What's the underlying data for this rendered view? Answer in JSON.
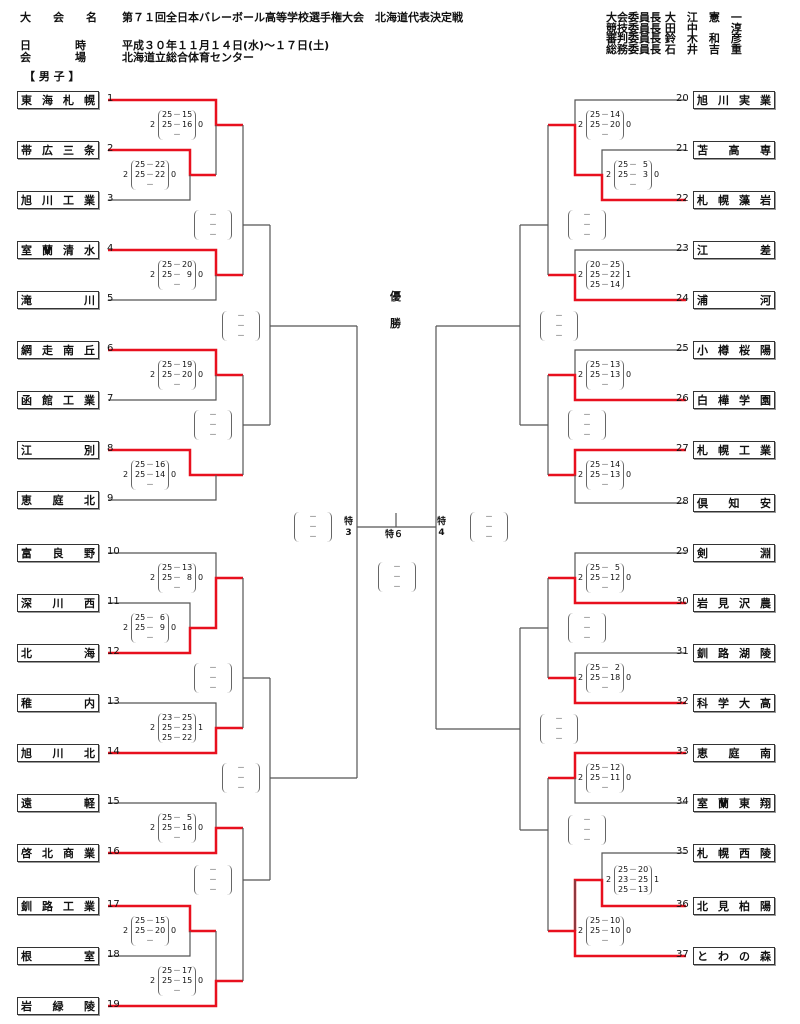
{
  "header": {
    "tournament_label": "大　　会　　名",
    "tournament_name": "第７１回全日本バレーボール高等学校選手権大会　北海道代表決定戦",
    "date_label": "日　　　　時",
    "date_value": "平成３０年１１月１４日(水)～１７日(土)",
    "venue_label": "会　　　　場",
    "venue_value": "北海道立総合体育センター",
    "division": "【 男 子 】"
  },
  "officials": [
    {
      "role": "大会委員長",
      "name": "大　江　憲　一"
    },
    {
      "role": "競技委員長",
      "name": "田　中　　　淳"
    },
    {
      "role": "審判委員長",
      "name": "鈴　木　和　彦"
    },
    {
      "role": "総務委員長",
      "name": "石　井　吉　重"
    }
  ],
  "center": {
    "title_top": "優",
    "title_bottom": "勝",
    "special_left": "特\n3",
    "special_center": "特６",
    "special_right": "特\n4"
  },
  "teams_left": [
    {
      "seed": "1",
      "name": [
        "東",
        "海",
        "札",
        "幌"
      ]
    },
    {
      "seed": "2",
      "name": [
        "帯",
        "広",
        "三",
        "条"
      ]
    },
    {
      "seed": "3",
      "name": [
        "旭",
        "川",
        "工",
        "業"
      ]
    },
    {
      "seed": "4",
      "name": [
        "室",
        "蘭",
        "清",
        "水"
      ]
    },
    {
      "seed": "5",
      "name": [
        "滝",
        "川"
      ]
    },
    {
      "seed": "6",
      "name": [
        "網",
        "走",
        "南",
        "丘"
      ]
    },
    {
      "seed": "7",
      "name": [
        "函",
        "館",
        "工",
        "業"
      ]
    },
    {
      "seed": "8",
      "name": [
        "江",
        "別"
      ]
    },
    {
      "seed": "9",
      "name": [
        "恵",
        "庭",
        "北"
      ]
    },
    {
      "seed": "10",
      "name": [
        "富",
        "良",
        "野"
      ]
    },
    {
      "seed": "11",
      "name": [
        "深",
        "川",
        "西"
      ]
    },
    {
      "seed": "12",
      "name": [
        "北",
        "海"
      ]
    },
    {
      "seed": "13",
      "name": [
        "稚",
        "内"
      ]
    },
    {
      "seed": "14",
      "name": [
        "旭",
        "川",
        "北"
      ]
    },
    {
      "seed": "15",
      "name": [
        "遠",
        "軽"
      ]
    },
    {
      "seed": "16",
      "name": [
        "啓",
        "北",
        "商",
        "業"
      ]
    },
    {
      "seed": "17",
      "name": [
        "釧",
        "路",
        "工",
        "業"
      ]
    },
    {
      "seed": "18",
      "name": [
        "根",
        "室"
      ]
    },
    {
      "seed": "19",
      "name": [
        "岩",
        "緑",
        "陵"
      ]
    }
  ],
  "teams_right": [
    {
      "seed": "20",
      "name": [
        "旭",
        "川",
        "実",
        "業"
      ]
    },
    {
      "seed": "21",
      "name": [
        "苫",
        "高",
        "専"
      ]
    },
    {
      "seed": "22",
      "name": [
        "札",
        "幌",
        "藻",
        "岩"
      ]
    },
    {
      "seed": "23",
      "name": [
        "江",
        "差"
      ]
    },
    {
      "seed": "24",
      "name": [
        "浦",
        "河"
      ]
    },
    {
      "seed": "25",
      "name": [
        "小",
        "樽",
        "桜",
        "陽"
      ]
    },
    {
      "seed": "26",
      "name": [
        "白",
        "樺",
        "学",
        "園"
      ]
    },
    {
      "seed": "27",
      "name": [
        "札",
        "幌",
        "工",
        "業"
      ]
    },
    {
      "seed": "28",
      "name": [
        "倶",
        "知",
        "安"
      ]
    },
    {
      "seed": "29",
      "name": [
        "剣",
        "淵"
      ]
    },
    {
      "seed": "30",
      "name": [
        "岩",
        "見",
        "沢",
        "農"
      ]
    },
    {
      "seed": "31",
      "name": [
        "釧",
        "路",
        "湖",
        "陵"
      ]
    },
    {
      "seed": "32",
      "name": [
        "科",
        "学",
        "大",
        "高"
      ]
    },
    {
      "seed": "33",
      "name": [
        "恵",
        "庭",
        "南"
      ]
    },
    {
      "seed": "34",
      "name": [
        "室",
        "蘭",
        "東",
        "翔"
      ]
    },
    {
      "seed": "35",
      "name": [
        "札",
        "幌",
        "西",
        "陵"
      ]
    },
    {
      "seed": "36",
      "name": [
        "北",
        "見",
        "柏",
        "陽"
      ]
    },
    {
      "seed": "37",
      "name": [
        "と",
        "わ",
        "の",
        "森"
      ]
    }
  ],
  "matches": [
    {
      "id": "m2v3",
      "won": "2",
      "lost": "0",
      "sets": [
        [
          "25",
          "22"
        ],
        [
          "25",
          "22"
        ],
        [
          "",
          ""
        ]
      ]
    },
    {
      "id": "m1vw",
      "won": "2",
      "lost": "0",
      "sets": [
        [
          "25",
          "15"
        ],
        [
          "25",
          "16"
        ],
        [
          "",
          ""
        ]
      ]
    },
    {
      "id": "m4v5",
      "won": "2",
      "lost": "0",
      "sets": [
        [
          "25",
          "20"
        ],
        [
          "25",
          "9"
        ],
        [
          "",
          ""
        ]
      ]
    },
    {
      "id": "m6v7",
      "won": "2",
      "lost": "0",
      "sets": [
        [
          "25",
          "19"
        ],
        [
          "25",
          "20"
        ],
        [
          "",
          ""
        ]
      ]
    },
    {
      "id": "m8v9",
      "won": "2",
      "lost": "0",
      "sets": [
        [
          "25",
          "16"
        ],
        [
          "25",
          "14"
        ],
        [
          "",
          ""
        ]
      ]
    },
    {
      "id": "m11v12",
      "won": "2",
      "lost": "0",
      "sets": [
        [
          "25",
          "6"
        ],
        [
          "25",
          "9"
        ],
        [
          "",
          ""
        ]
      ]
    },
    {
      "id": "m10vw",
      "won": "2",
      "lost": "0",
      "sets": [
        [
          "25",
          "13"
        ],
        [
          "25",
          "8"
        ],
        [
          "",
          ""
        ]
      ]
    },
    {
      "id": "m13v14",
      "won": "2",
      "lost": "1",
      "sets": [
        [
          "23",
          "25"
        ],
        [
          "25",
          "23"
        ],
        [
          "25",
          "22"
        ]
      ]
    },
    {
      "id": "m15v16",
      "won": "2",
      "lost": "0",
      "sets": [
        [
          "25",
          "5"
        ],
        [
          "25",
          "16"
        ],
        [
          "",
          ""
        ]
      ]
    },
    {
      "id": "m17v18",
      "won": "2",
      "lost": "0",
      "sets": [
        [
          "25",
          "15"
        ],
        [
          "25",
          "20"
        ],
        [
          "",
          ""
        ]
      ]
    },
    {
      "id": "mwv19",
      "won": "2",
      "lost": "0",
      "sets": [
        [
          "25",
          "17"
        ],
        [
          "25",
          "15"
        ],
        [
          "",
          ""
        ]
      ]
    },
    {
      "id": "m20vw",
      "won": "2",
      "lost": "0",
      "sets": [
        [
          "25",
          "14"
        ],
        [
          "25",
          "20"
        ],
        [
          "",
          ""
        ]
      ]
    },
    {
      "id": "m21v22",
      "won": "2",
      "lost": "0",
      "sets": [
        [
          "25",
          "5"
        ],
        [
          "25",
          "3"
        ],
        [
          "",
          ""
        ]
      ]
    },
    {
      "id": "m23v24",
      "won": "2",
      "lost": "1",
      "sets": [
        [
          "20",
          "25"
        ],
        [
          "25",
          "22"
        ],
        [
          "25",
          "14"
        ]
      ]
    },
    {
      "id": "m25v26",
      "won": "2",
      "lost": "0",
      "sets": [
        [
          "25",
          "13"
        ],
        [
          "25",
          "13"
        ],
        [
          "",
          ""
        ]
      ]
    },
    {
      "id": "m27v28",
      "won": "2",
      "lost": "0",
      "sets": [
        [
          "25",
          "14"
        ],
        [
          "25",
          "13"
        ],
        [
          "",
          ""
        ]
      ]
    },
    {
      "id": "m29v30",
      "won": "2",
      "lost": "0",
      "sets": [
        [
          "25",
          "5"
        ],
        [
          "25",
          "12"
        ],
        [
          "",
          ""
        ]
      ]
    },
    {
      "id": "m31v32",
      "won": "2",
      "lost": "0",
      "sets": [
        [
          "25",
          "2"
        ],
        [
          "25",
          "18"
        ],
        [
          "",
          ""
        ]
      ]
    },
    {
      "id": "m33v34",
      "won": "2",
      "lost": "0",
      "sets": [
        [
          "25",
          "12"
        ],
        [
          "25",
          "11"
        ],
        [
          "",
          ""
        ]
      ]
    },
    {
      "id": "m35v36",
      "won": "2",
      "lost": "1",
      "sets": [
        [
          "25",
          "20"
        ],
        [
          "23",
          "25"
        ],
        [
          "25",
          "13"
        ]
      ]
    },
    {
      "id": "mwv37",
      "won": "2",
      "lost": "0",
      "sets": [
        [
          "25",
          "10"
        ],
        [
          "25",
          "10"
        ],
        [
          "",
          ""
        ]
      ]
    }
  ],
  "empty_match_dash": "－",
  "colors": {
    "winner_line": "#e8101e",
    "line": "#555555"
  }
}
